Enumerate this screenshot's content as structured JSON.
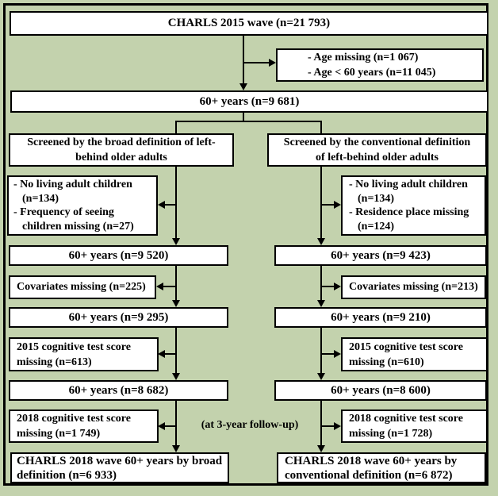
{
  "colors": {
    "background": "#c3d2ad",
    "box_fill": "#ffffff",
    "line": "#000000",
    "text": "#000000"
  },
  "top": {
    "wave_2015": "CHARLS 2015 wave (n=21 793)",
    "age_exclusions": [
      "- Age missing (n=1 067)",
      "- Age < 60 years (n=11 045)"
    ],
    "age_60_plus": "60+ years (n=9 681)"
  },
  "broad": {
    "screened": [
      "Screened by the broad definition of left-",
      "behind older adults"
    ],
    "exclusion_children": [
      "- No living adult children",
      "(n=134)",
      "- Frequency of seeing",
      "children missing (n=27)"
    ],
    "step_after_screening": "60+ years (n=9 520)",
    "exclusion_covariates": "Covariates missing (n=225)",
    "step_after_covariates": "60+ years (n=9 295)",
    "exclusion_test_2015": [
      "2015 cognitive test score",
      "missing (n=613)"
    ],
    "step_after_test_2015": "60+ years (n=8 682)",
    "exclusion_test_2018": [
      "2018 cognitive test score",
      "missing (n=1 749)"
    ],
    "final": [
      "CHARLS 2018 wave 60+ years by broad",
      "definition (n=6 933)"
    ]
  },
  "conventional": {
    "screened": [
      "Screened by the conventional definition",
      "of left-behind older adults"
    ],
    "exclusion_children": [
      "- No living adult children",
      "(n=134)",
      "- Residence place missing",
      "(n=124)"
    ],
    "step_after_screening": "60+ years (n=9 423)",
    "exclusion_covariates": "Covariates missing (n=213)",
    "step_after_covariates": "60+ years (n=9 210)",
    "exclusion_test_2015": [
      "2015 cognitive test score",
      "missing (n=610)"
    ],
    "step_after_test_2015": "60+ years (n=8 600)",
    "exclusion_test_2018": [
      "2018 cognitive test score",
      "missing (n=1 728)"
    ],
    "final": [
      "CHARLS 2018 wave 60+ years by",
      "conventional definition (n=6 872)"
    ]
  },
  "note": "(at 3-year follow-up)"
}
